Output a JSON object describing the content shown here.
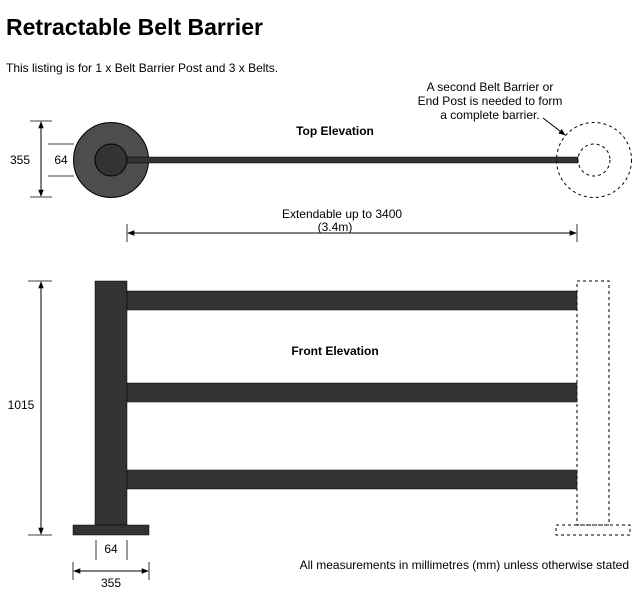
{
  "title": "Retractable Belt Barrier",
  "subtitle": "This listing is for 1 x Belt Barrier Post and 3 x Belts.",
  "top_elevation": {
    "label": "Top Elevation",
    "base_diameter": "355",
    "post_diameter": "64",
    "note": [
      "A second Belt Barrier or",
      "End Post is needed to form",
      "a complete barrier."
    ],
    "extend_label": [
      "Extendable up to 3400",
      "(3.4m)"
    ]
  },
  "front_elevation": {
    "label": "Front Elevation",
    "height": "1015",
    "post_width": "64",
    "base_width": "355"
  },
  "footer_note": "All measurements in millimetres (mm) unless otherwise stated",
  "colors": {
    "fill_dark": "#333333",
    "fill_base": "#4d4d4d",
    "line": "#000000"
  }
}
